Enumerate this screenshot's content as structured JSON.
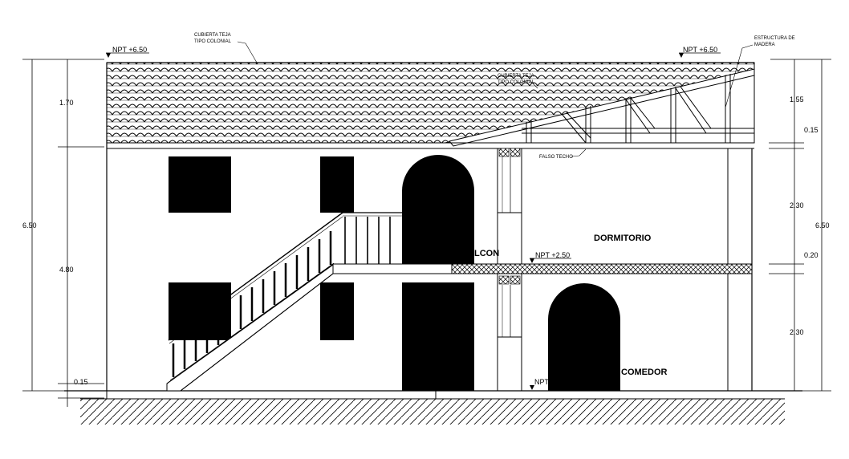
{
  "levels": {
    "top_left": "NPT +6.50",
    "top_right": "NPT +6.50",
    "mid": "NPT +2.50",
    "ground": "NPT"
  },
  "notes": {
    "roof_tile_1a": "CUBIERTA TEJA",
    "roof_tile_1b": "TIPO COLONIAL",
    "roof_tile_2a": "CUBIERTA TEJA",
    "roof_tile_2b": "TIPO COLONIAL",
    "wood_structure_a": "ESTRUCTURA DE",
    "wood_structure_b": "MADERA",
    "false_ceiling": "FALSO TECHO"
  },
  "rooms": {
    "balcony": "LCON",
    "bedroom": "DORMITORIO",
    "dining": "COMEDOR"
  },
  "dims_left": {
    "total": "6.50",
    "roof": "1.70",
    "body": "4.80",
    "base": "0.15"
  },
  "dims_right": {
    "total": "6.50",
    "roof": "1.55",
    "beam": "0.15",
    "upper": "2.30",
    "slab": "0.20",
    "lower": "2.30"
  }
}
